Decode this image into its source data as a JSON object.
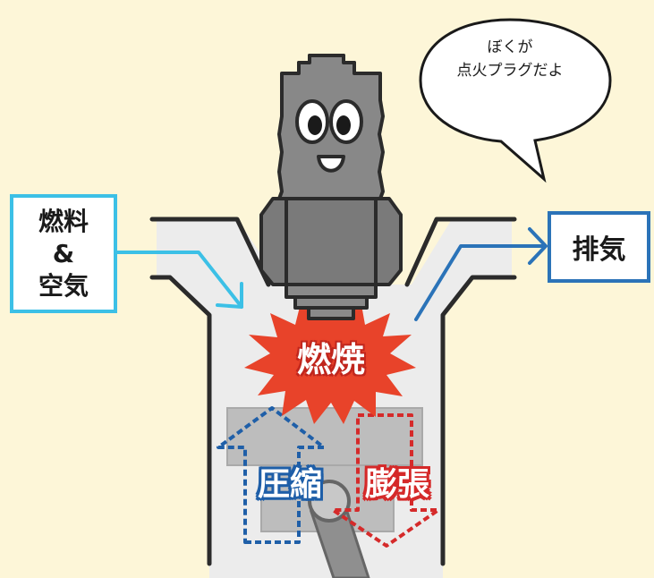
{
  "speech_bubble": {
    "line1": "ぼくが",
    "line2": "点火プラグだよ"
  },
  "intake_label": {
    "line1": "燃料",
    "line2": "&",
    "line3": "空気"
  },
  "exhaust_label": "排気",
  "combustion_label": "燃焼",
  "compression_label": "圧縮",
  "expansion_label": "膨張",
  "colors": {
    "background": "#fdf6d8",
    "intake": "#3cc0e6",
    "exhaust": "#2b73b8",
    "compression": "#1f5fa8",
    "expansion": "#d52a2a",
    "flame": "#e8432a",
    "plug_body": "#888888",
    "cylinder_fill": "#ececec"
  }
}
